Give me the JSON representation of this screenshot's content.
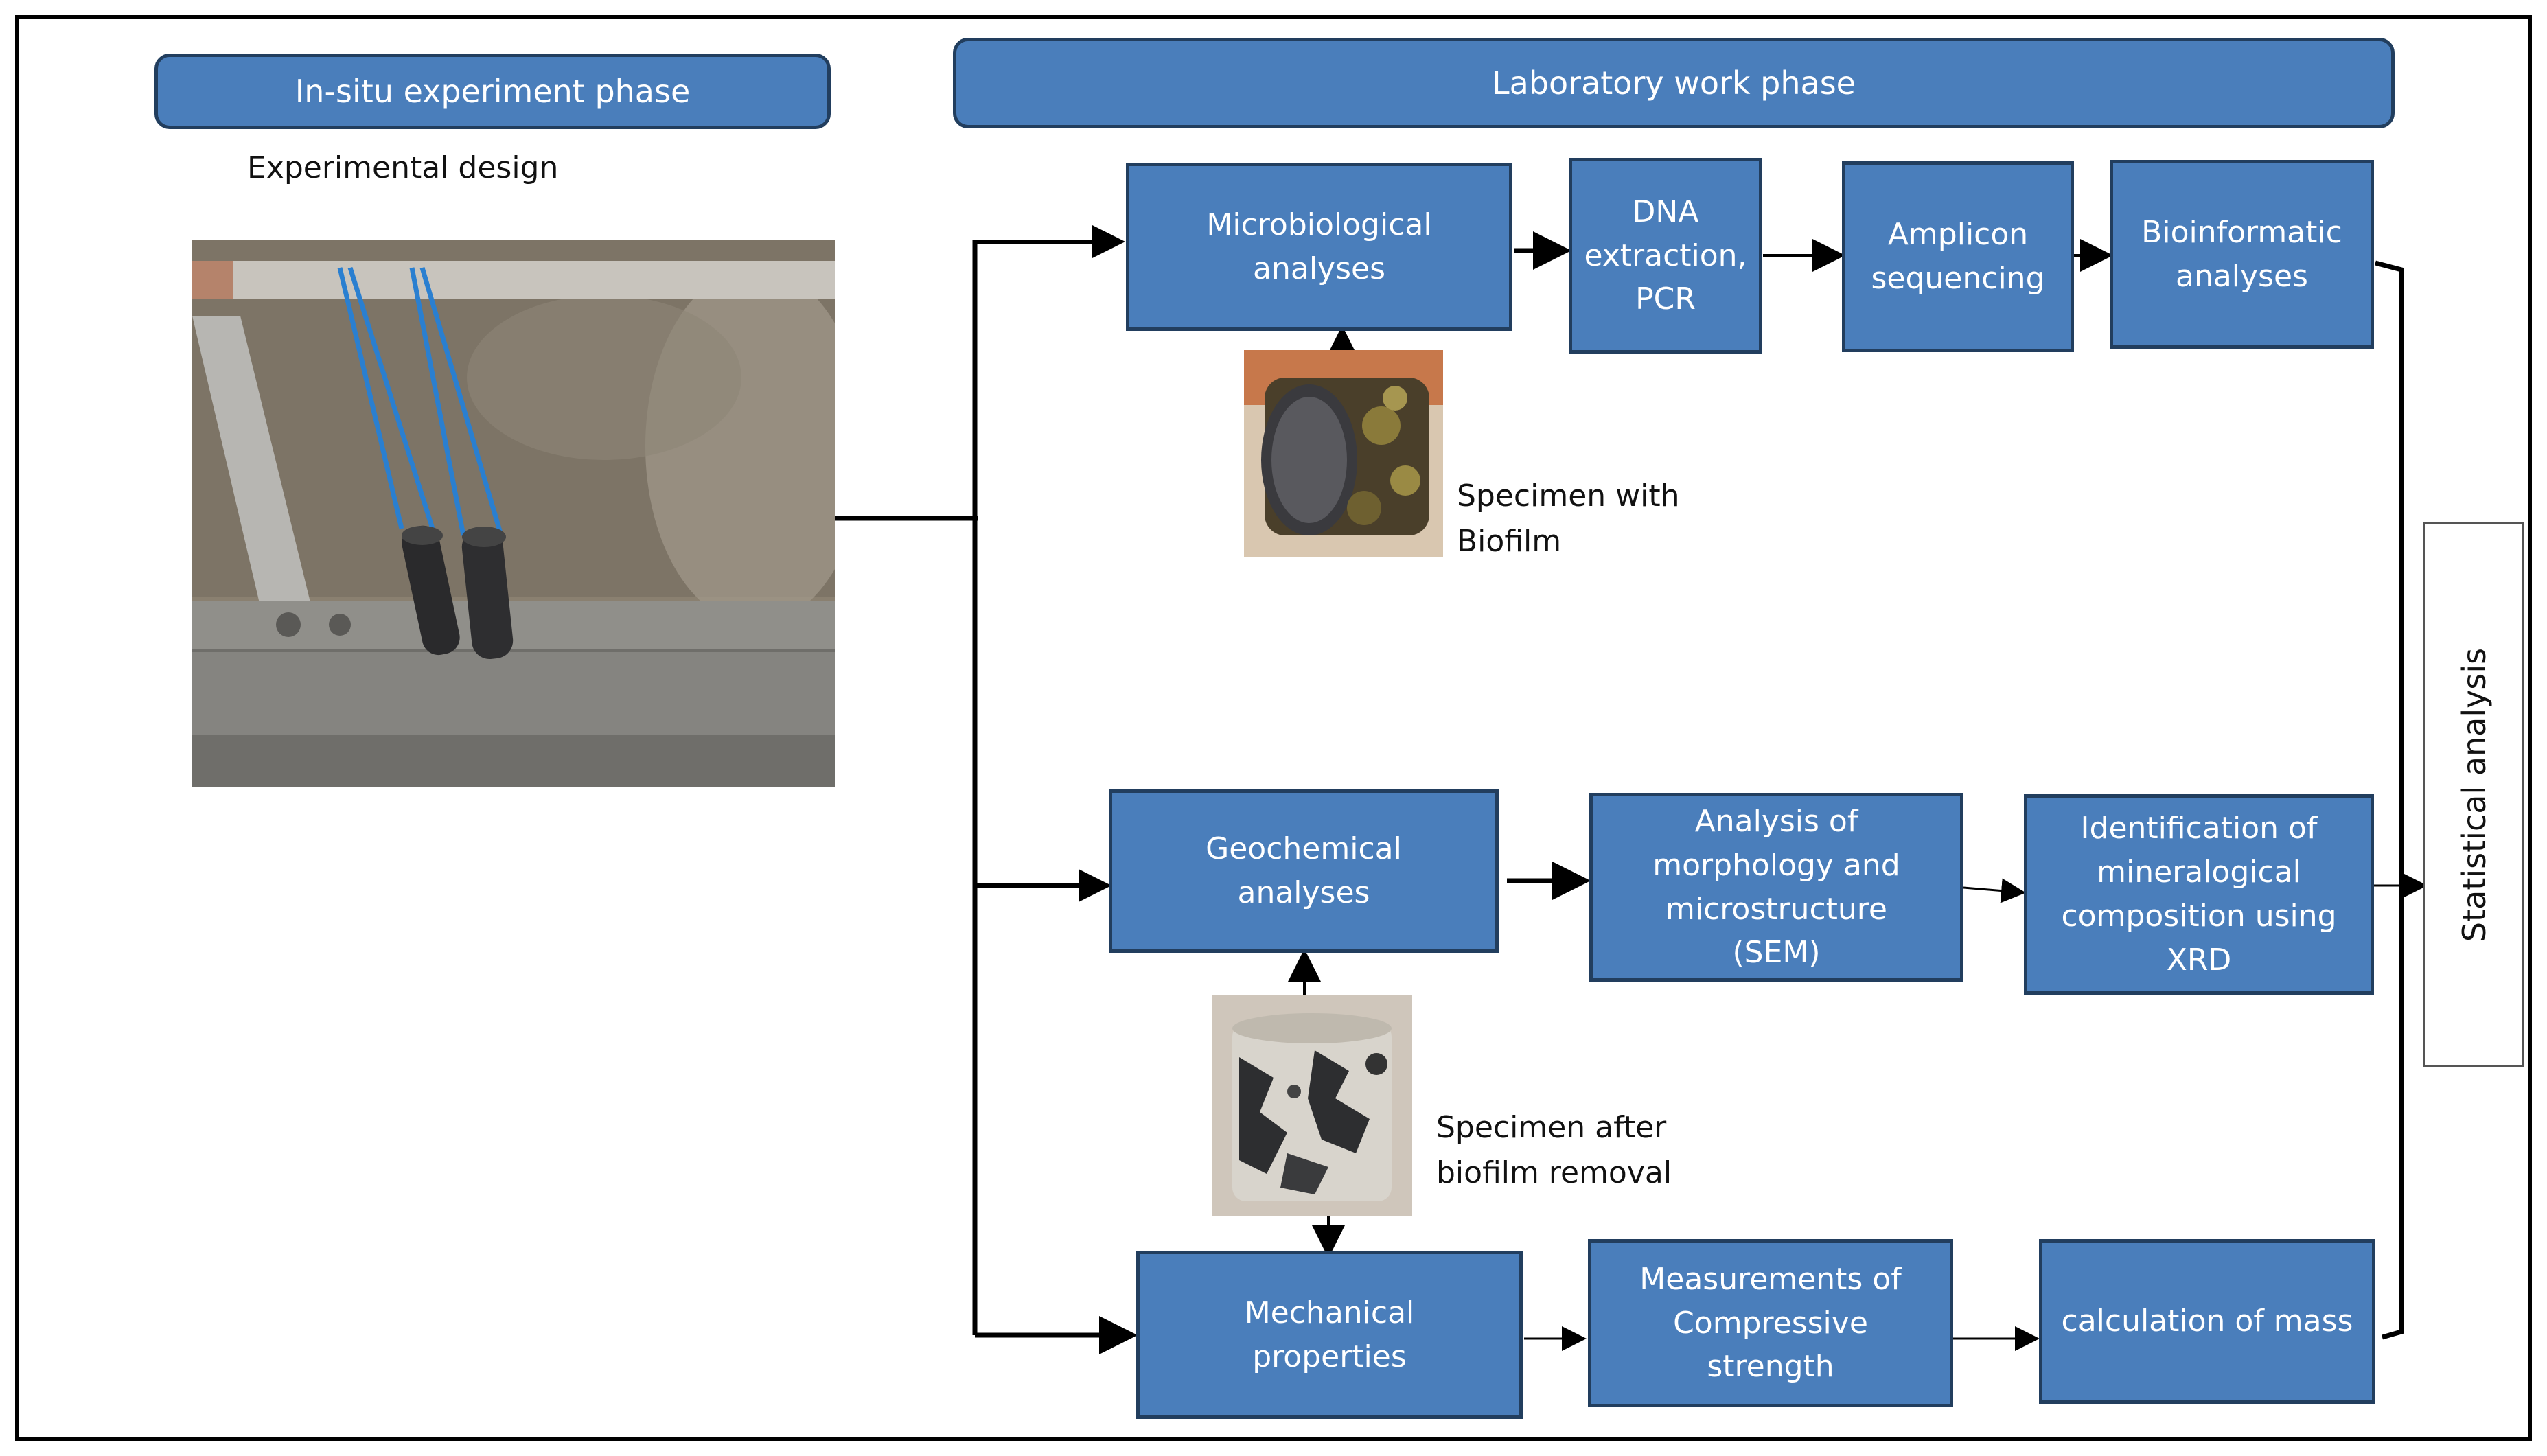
{
  "phases": {
    "in_situ": "In-situ experiment phase",
    "laboratory": "Laboratory work phase"
  },
  "labels": {
    "experimental_design": "Experimental design",
    "specimen_with_biofilm": "Specimen with\nBiofilm",
    "specimen_after_removal": "Specimen after\nbiofilm removal"
  },
  "boxes": {
    "microbiological": "Microbiological\nanalyses",
    "dna": "DNA\nextraction,\nPCR",
    "amplicon": "Amplicon\nsequencing",
    "bioinformatic": "Bioinformatic\nanalyses",
    "geochemical": "Geochemical\nanalyses",
    "morphology": "Analysis of\nmorphology and\nmicrostructure\n(SEM)",
    "mineralogical": "Identification of\nmineralogical\ncomposition using\nXRD",
    "mechanical": "Mechanical\nproperties",
    "compressive": "Measurements of\nCompressive\nstrength",
    "mass": "calculation of  mass"
  },
  "statistical": "Statistical analysis"
}
